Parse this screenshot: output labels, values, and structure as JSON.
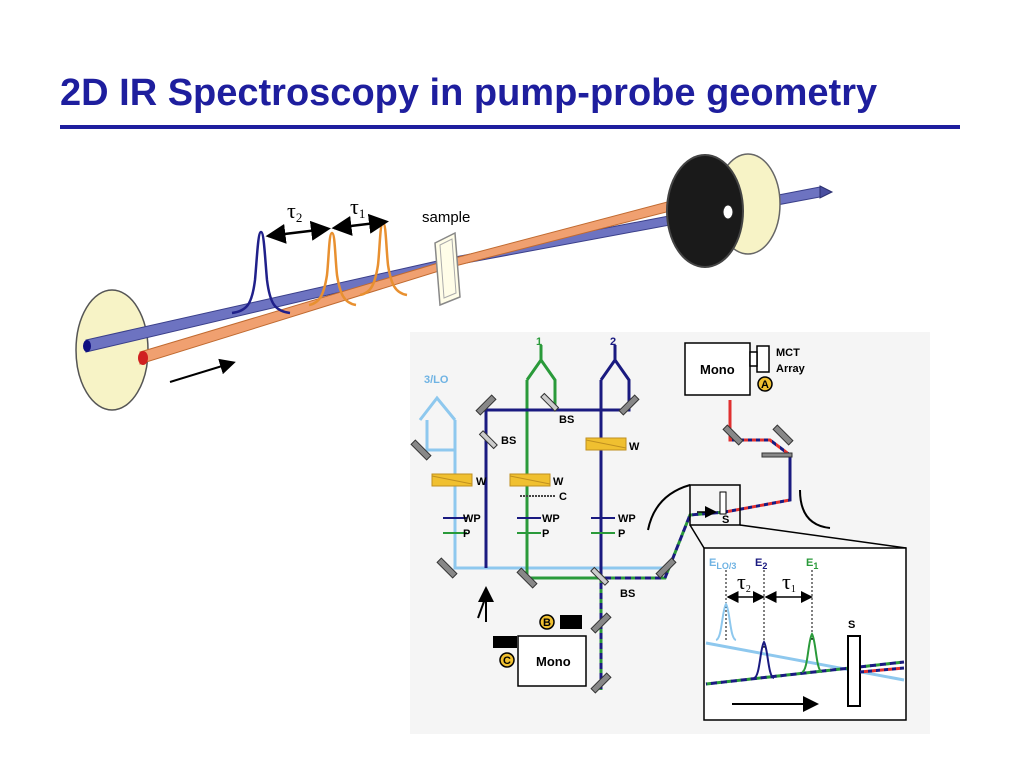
{
  "slide": {
    "title": "2D IR Spectroscopy in pump-probe geometry"
  },
  "overview": {
    "tau2": "τ",
    "tau2_sub": "2",
    "tau1": "τ",
    "tau1_sub": "1",
    "sample": "sample"
  },
  "setup": {
    "beam_lo": "3/LO",
    "beam_1": "1",
    "beam_2": "2",
    "bs": "BS",
    "w": "W",
    "c": "C",
    "wp": "WP",
    "p": "P",
    "s": "S",
    "mono": "Mono",
    "mct": "MCT",
    "array": "Array",
    "marker_a": "A",
    "marker_b": "B",
    "marker_c": "C"
  },
  "inset": {
    "e_lo": "E",
    "e_lo_sub": "LO/3",
    "e2": "E",
    "e2_sub": "2",
    "e1": "E",
    "e1_sub": "1",
    "tau2": "τ",
    "tau2_sub": "2",
    "tau1": "τ",
    "tau1_sub": "1",
    "s": "S"
  },
  "colors": {
    "title": "#1e1e9e",
    "probe_beam": "#6d73c1",
    "pump_beam": "#f0a070",
    "lo_beam": "#8ec8ee",
    "beam1": "#2a9a3a",
    "beam2": "#1a1a80",
    "pulse_blue": "#20208a",
    "pulse_orange": "#e89030",
    "plate": "#f5f2c2",
    "waveplate": "#f0c030",
    "mct_path_red": "#e03030"
  }
}
